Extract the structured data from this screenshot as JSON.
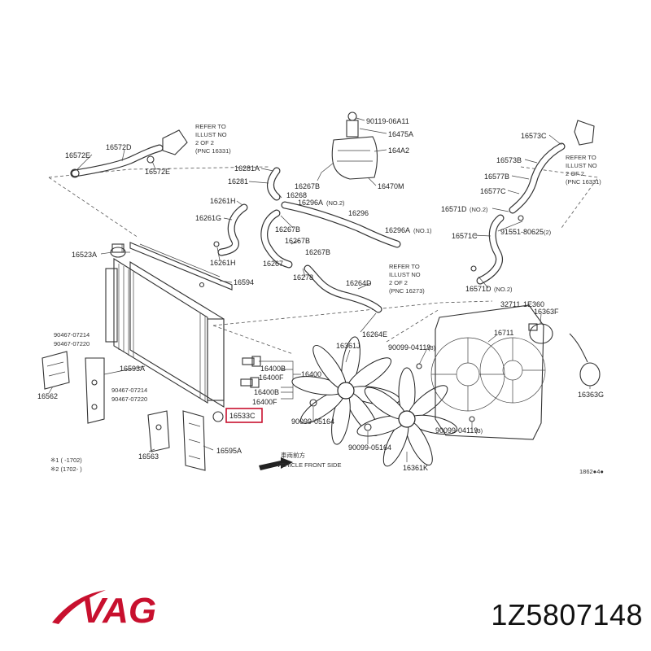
{
  "brand": {
    "name": "VAG",
    "color": "#c8102e"
  },
  "part_number": "1Z5807148",
  "labels": {
    "l16572E_a": "16572E",
    "l16572D": "16572D",
    "l16572E_b": "16572E",
    "l16523A": "16523A",
    "l16261H_a": "16261H",
    "l16261G": "16261G",
    "l16261H_b": "16261H",
    "l16594": "16594",
    "l16281A": "16281A",
    "l16281": "16281",
    "l16267B_a": "16267B",
    "l16268": "16268",
    "l16296A_a": "16296A",
    "l16296": "16296",
    "l16296A_b": "16296A",
    "l16267B_b": "16267B",
    "l16267B_c": "16267B",
    "l16267B_d": "16267B",
    "l16267": "16267",
    "l16278": "16278",
    "l16264D": "16264D",
    "l16264E": "16264E",
    "l90119": "90119-06A11",
    "l16475A": "16475A",
    "l164A2": "164A2",
    "l16470M": "16470M",
    "l16573C": "16573C",
    "l16573B": "16573B",
    "l16577B": "16577B",
    "l16577C": "16577C",
    "l16571D_a": "16571D",
    "l16571C": "16571C",
    "l16571D_b": "16571D",
    "l91551": "91551-80625",
    "l32711": "32711",
    "l1E360": "1E360",
    "l16363F": "16363F",
    "l16711": "16711",
    "l16363G": "16363G",
    "l16361J": "16361J",
    "l16361K": "16361K",
    "l90099_a": "90099-04119",
    "l90099_b": "90099-05164",
    "l90099_c": "90099-05164",
    "l90099_d": "90099-04119",
    "l16400B": "16400B",
    "l16400F_a": "16400F",
    "l16400": "16400",
    "l16400B_b": "16400B",
    "l16400F_b": "16400F",
    "l16533C": "16533C",
    "l16593A": "16593A",
    "l16562": "16562",
    "l16563": "16563",
    "l16595A": "16595A",
    "l90467_a": "90467-07214",
    "l90467_b": "90467-07220",
    "l90467_c": "90467-07214",
    "l90467_d": "90467-07220",
    "l1862": "1862●4●"
  },
  "notes": {
    "refer_left": [
      "REFER TO",
      "ILLUST NO",
      "2 OF 2",
      "(PNC 16331)"
    ],
    "refer_right": [
      "REFER TO",
      "ILLUST NO",
      "2 OF 2",
      "(PNC 16331)"
    ],
    "refer_mid": [
      "REFER TO",
      "ILLUST NO",
      "2 OF 2",
      "(PNC 16273)"
    ],
    "no2_a": "(NO.2)",
    "no2_b": "(NO.2)",
    "no1": "(NO.1)",
    "no2_c": "(NO.2)",
    "qty2": "(2)",
    "qty3_a": "(3)",
    "qty3_b": "(3)",
    "legend_1": "※1 (   -1702)",
    "legend_2": "※2 (1702-   )",
    "vehicle_jp": "車両前方",
    "vehicle_front": "VEHICLE FRONT SIDE"
  }
}
